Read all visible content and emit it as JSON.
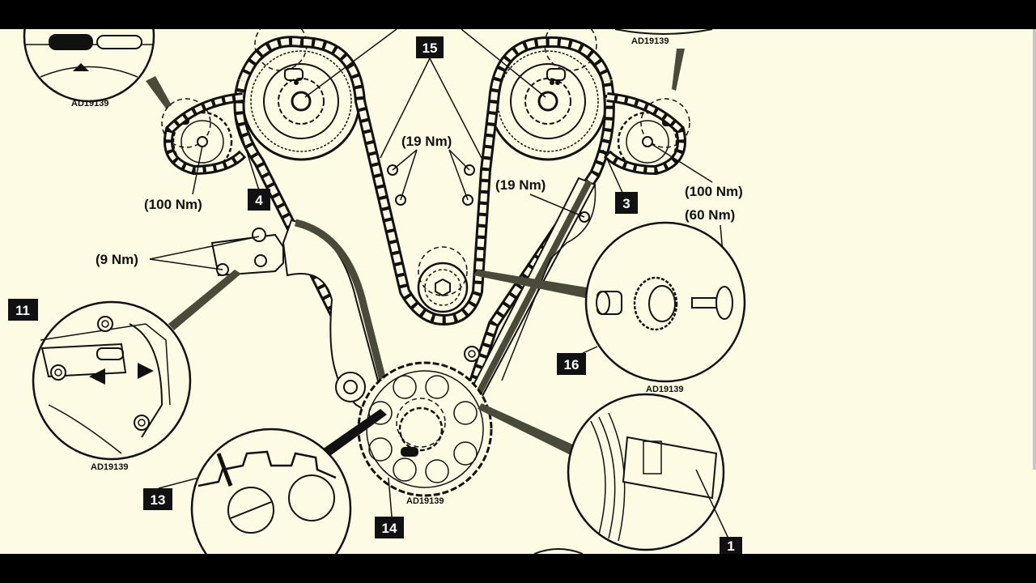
{
  "diagram": {
    "callouts": {
      "c1": "1",
      "c3": "3",
      "c4": "4",
      "c11": "11",
      "c13": "13",
      "c14": "14",
      "c15": "15",
      "c16": "16"
    },
    "torques": {
      "t_left_cam": "(100 Nm)",
      "t_right_cam": "(100 Nm)",
      "t_60": "(60 Nm)",
      "t_19_left": "(19 Nm)",
      "t_19_right": "(19 Nm)",
      "t_9": "(9 Nm)"
    },
    "ref_code": "AD19139"
  },
  "colors": {
    "background": "#fdfbe4",
    "ink": "#111111",
    "guide_fill": "#4a4a3a",
    "frame": "#000000"
  }
}
